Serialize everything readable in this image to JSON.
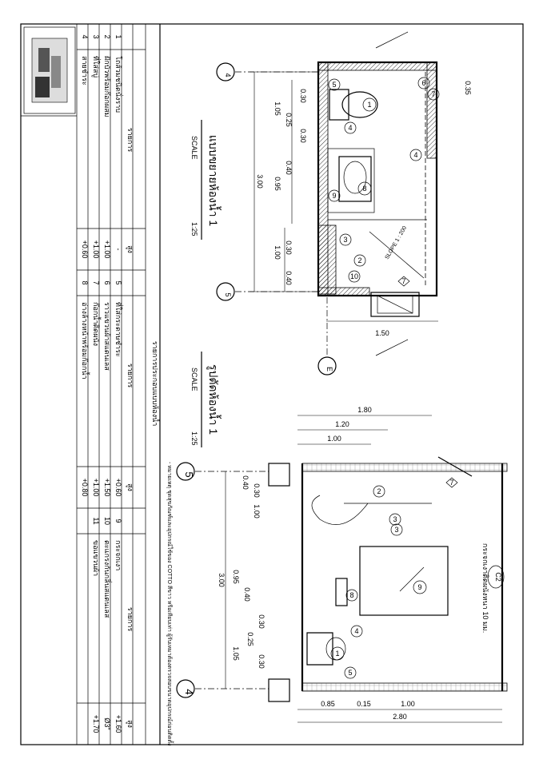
{
  "plan": {
    "title": "แบบขยายห้องน้ำ 1",
    "scale_label": "SCALE",
    "scale_value": "1:25",
    "grid_4": "4",
    "grid_5": "5",
    "grid_E": "E",
    "slope_note": "SLOPE 1 : 200",
    "dims": {
      "d035": "0.35",
      "d030a": "0.30",
      "d105": "1.05",
      "d025": "0.25",
      "d030b": "0.30",
      "d040": "0.40",
      "d095": "0.95",
      "d300": "3.00",
      "d030c": "0.30",
      "d100": "1.00",
      "d040b": "0.40",
      "d150": "1.50"
    }
  },
  "elevation": {
    "title": "รูปตัดห้องน้ำ 1",
    "scale_label": "SCALE",
    "scale_value": "1:25",
    "grid_4": "4",
    "grid_5": "5",
    "tile_note": "กระจกเงาติดผนังหนา 10 มม.",
    "tile_label": "C2",
    "dims_top": {
      "d180": "1.80",
      "d120": "1.20",
      "d100": "1.00"
    },
    "dims_left": {
      "d040": "0.40",
      "d100": "1.00",
      "d030": "0.30",
      "d300": "3.00",
      "d095": "0.95",
      "d040b": "0.40",
      "d030b": "0.30",
      "d025": "0.25",
      "d105": "1.05",
      "d030c": "0.30"
    },
    "dims_bottom": {
      "d085": "0.85",
      "d015": "0.15",
      "d100": "1.00",
      "d280": "2.80"
    }
  },
  "note": "- หมายเหตุ ชุดสุขภัณฑ์และอุปกรณ์ใช้ของ COTTO สีขาว หรือเทียบเท่า ผู้รับเหมาต้องตรวจสอบขนาดอุปกรณ์ก่อนติดตั้ง",
  "schedule": {
    "title": "รายการประกอบแบบห้องน้ำ",
    "col_item": "รายการ",
    "col_height": "สูง",
    "rows_a": [
      {
        "no": "1",
        "item": "โถส้วมชนิดนั่งราบ",
        "height": "-"
      },
      {
        "no": "2",
        "item": "ฝักบัวพร้อมก๊อกผสม",
        "height": "+1.00"
      },
      {
        "no": "3",
        "item": "ที่ใส่สบู่",
        "height": "+1.00"
      },
      {
        "no": "4",
        "item": "สายชำระ",
        "height": "+0.60"
      }
    ],
    "rows_b": [
      {
        "no": "5",
        "item": "ที่ใส่กระดาษชำระ",
        "height": "+0.60"
      },
      {
        "no": "6",
        "item": "ราวแขวนผ้าสแตนเลส",
        "height": "+1.50"
      },
      {
        "no": "7",
        "item": "ก๊อกน้ำติดผนัง",
        "height": "+1.00"
      },
      {
        "no": "8",
        "item": "อ่างล้างหน้าพร้อมก๊อกน้ำ",
        "height": "+0.80"
      }
    ],
    "rows_c": [
      {
        "no": "9",
        "item": "กระจกเงา",
        "height": "+1.60"
      },
      {
        "no": "10",
        "item": "ตะแกรงกันกลิ่นสแตนเลส",
        "height": "Ø3\""
      },
      {
        "no": "11",
        "item": "ขอแขวนผ้า",
        "height": "+1.70"
      }
    ]
  }
}
